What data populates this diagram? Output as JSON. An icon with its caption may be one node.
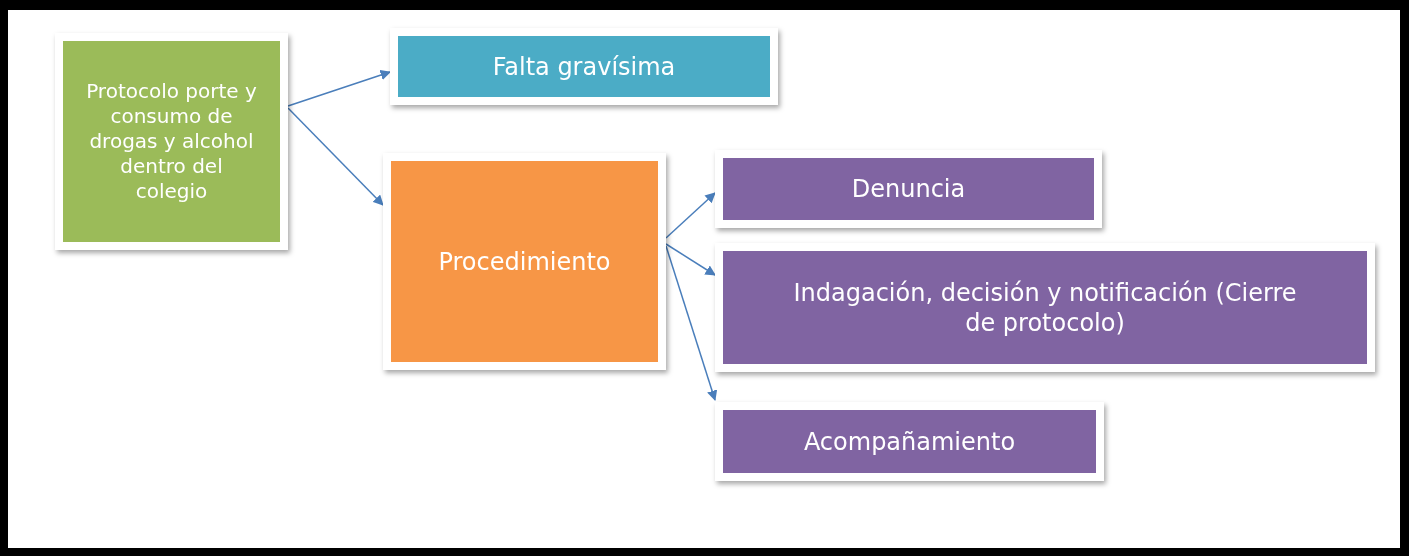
{
  "diagram": {
    "nodes": [
      {
        "text": [
          "Protocolo porte y consumo de drogas y alcohol dentro del colegio"
        ]
      },
      {
        "text": [
          "Falta gravísima"
        ]
      },
      {
        "text": [
          "Procedimiento"
        ]
      },
      {
        "text": [
          "Denuncia"
        ]
      },
      {
        "text": [
          "Indagación, decisión y notificación (Cierre de protocolo)"
        ]
      },
      {
        "text": [
          "Acompañamiento"
        ]
      }
    ],
    "edges": [
      {
        "from": 0,
        "to": 1,
        "arrow": "to"
      },
      {
        "from": 0,
        "to": 2,
        "arrow": "to"
      },
      {
        "from": 2,
        "to": 3,
        "arrow": "to"
      },
      {
        "from": 2,
        "to": 4,
        "arrow": "to"
      },
      {
        "from": 2,
        "to": 5,
        "arrow": "to"
      }
    ]
  }
}
